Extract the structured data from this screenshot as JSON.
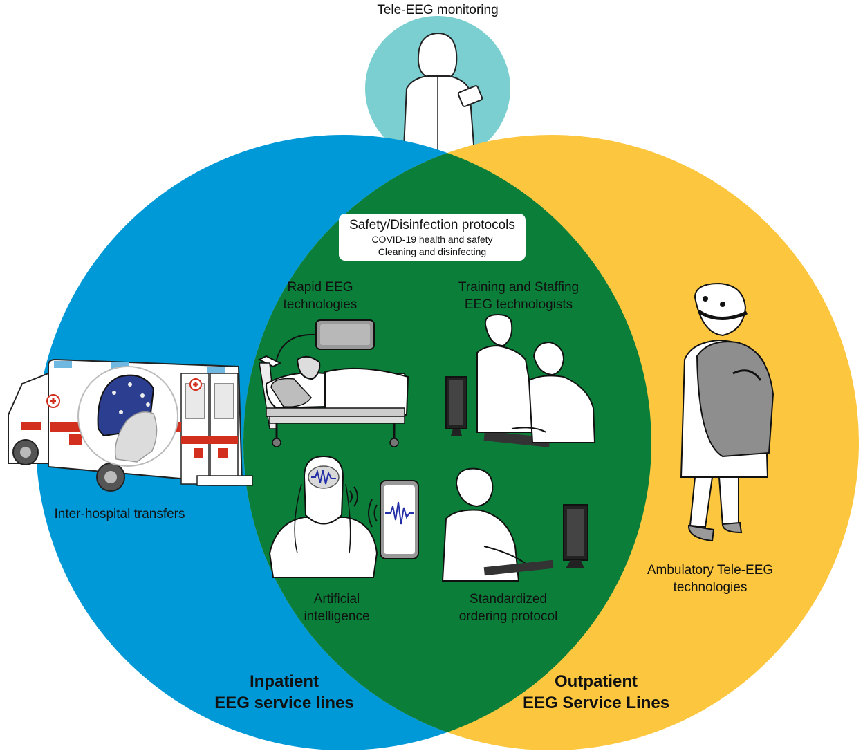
{
  "colors": {
    "inpatient_blue": "#0099d8",
    "outpatient_yellow": "#fcc73f",
    "overlap_green": "#0b7f3a",
    "tele_teal": "#7ccfd0"
  },
  "top": {
    "label": "Tele-EEG monitoring",
    "icon": "woman-with-tablet-icon"
  },
  "safety": {
    "title": "Safety/Disinfection protocols",
    "items": [
      "COVID-19 health and safety",
      "Cleaning and disinfecting"
    ]
  },
  "center": {
    "rapid_eeg": {
      "line1": "Rapid EEG",
      "line2": "technologies",
      "icon": "patient-bed-with-eeg-device-icon"
    },
    "training": {
      "line1": "Training and Staffing",
      "line2": "EEG technologists",
      "icon": "technologists-at-computer-icon"
    },
    "ai": {
      "line1": "Artificial",
      "line2": "intelligence",
      "icon": "brain-signal-phone-icon"
    },
    "ordering": {
      "line1": "Standardized",
      "line2": "ordering protocol",
      "icon": "person-at-computer-icon"
    }
  },
  "inpatient": {
    "transfers": "Inter-hospital transfers",
    "icon": "ambulance-with-eeg-cap-icon",
    "title_line1": "Inpatient",
    "title_line2": "EEG service lines"
  },
  "outpatient": {
    "ambulatory_line1": "Ambulatory Tele-EEG",
    "ambulatory_line2": "technologies",
    "icon": "walking-person-with-eeg-headset-icon",
    "title_line1": "Outpatient",
    "title_line2": "EEG Service Lines"
  }
}
